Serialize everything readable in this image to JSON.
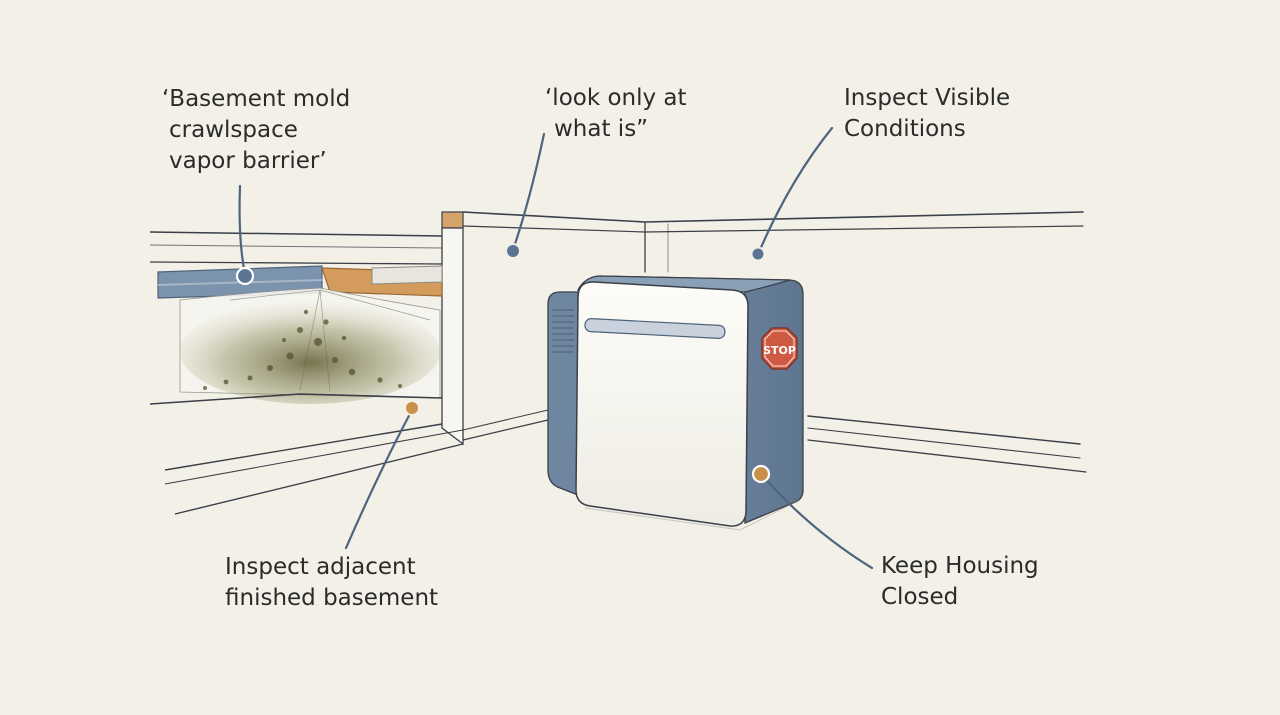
{
  "callouts": {
    "crawlspace": {
      "line1": "‘Basement mold",
      "line2": "crawlspace",
      "line3": "vapor barrier’"
    },
    "look": {
      "line1": "‘look only at",
      "line2": "what is”"
    },
    "visible": {
      "line1": "Inspect Visible",
      "line2": "Conditions"
    },
    "basement": {
      "line1": "Inspect adjacent",
      "line2": "finished basement"
    },
    "housing": {
      "line1": "Keep Housing",
      "line2": "Closed"
    }
  },
  "unit": {
    "stop_sign": "STOP"
  },
  "colors": {
    "background": "#f2f0e7",
    "line": "#3a3f48",
    "blue_marker": "#5b7593",
    "orange_marker": "#c8914a",
    "unit_side": "#6f86a0",
    "unit_front": "#fbfaf6",
    "stop_red": "#cf5a44",
    "mold": "#6b6a3c"
  }
}
